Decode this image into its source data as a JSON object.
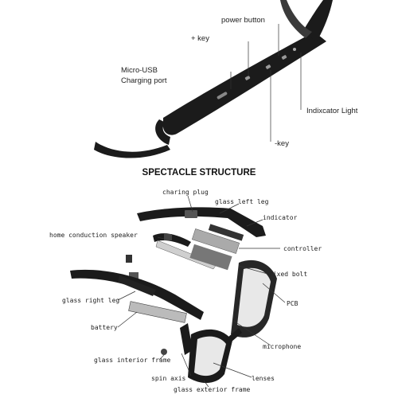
{
  "top": {
    "labels": {
      "power": "power button",
      "plus": "+ key",
      "usb1": "Micro-USB",
      "usb2": "Charging port",
      "indicator": "Indixcator Light",
      "minus": "-key"
    }
  },
  "bottom": {
    "title": "SPECTACLE STRUCTURE",
    "labels": {
      "charing_plug": "charing plug",
      "glass_left_leg": "glass left leg",
      "indicator": "indicator",
      "bone_speaker": "home conduction speaker",
      "controller": "controller",
      "fixed_bolt": "fixed bolt",
      "pcb": "PCB",
      "glass_right_leg": "glass right leg",
      "battery": "battery",
      "microphone": "microphone",
      "glass_interior_frame": "glass interior frame",
      "spin_axis": "spin axis",
      "lenses": "lenses",
      "glass_exterior_frame": "glass exterior frame"
    }
  }
}
